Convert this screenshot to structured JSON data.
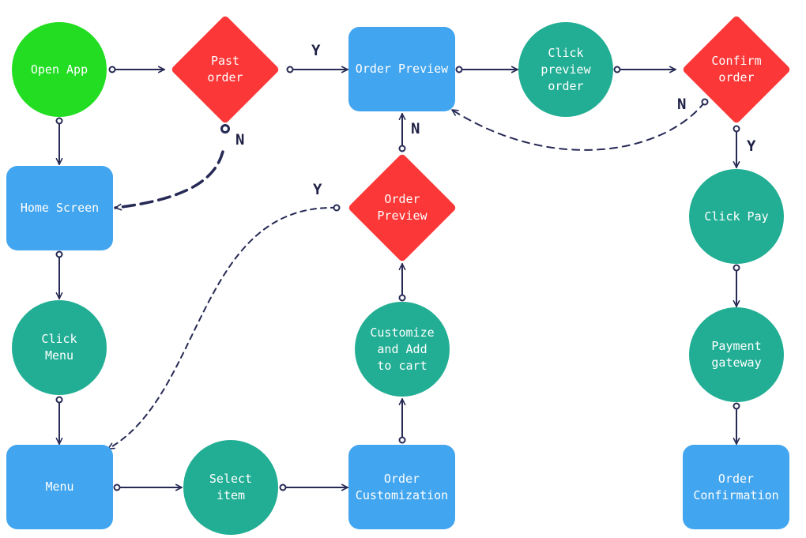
{
  "colors": {
    "start": "#22dd22",
    "decision": "#fb3737",
    "screen": "#42a5ef",
    "action": "#22ae94",
    "edge": "#262a55"
  },
  "nodes": {
    "open_app": "Open App",
    "past_order": "Past\norder",
    "order_preview_top": "Order Preview",
    "click_preview_order": "Click\npreview\norder",
    "confirm_order": "Confirm\norder",
    "home_screen": "Home Screen",
    "order_preview_decision": "Order\nPreview",
    "click_pay": "Click Pay",
    "click_menu": "Click\nMenu",
    "customize_add_to_cart": "Customize\nand Add\nto cart",
    "payment_gateway": "Payment\ngateway",
    "menu": "Menu",
    "select_item": "Select\nitem",
    "order_customization": "Order\nCustomization",
    "order_confirmation": "Order\nConfirmation"
  },
  "edge_labels": {
    "past_order_yes": "Y",
    "past_order_no": "N",
    "order_preview_no": "N",
    "order_preview_yes": "Y",
    "confirm_no": "N",
    "confirm_yes": "Y"
  }
}
